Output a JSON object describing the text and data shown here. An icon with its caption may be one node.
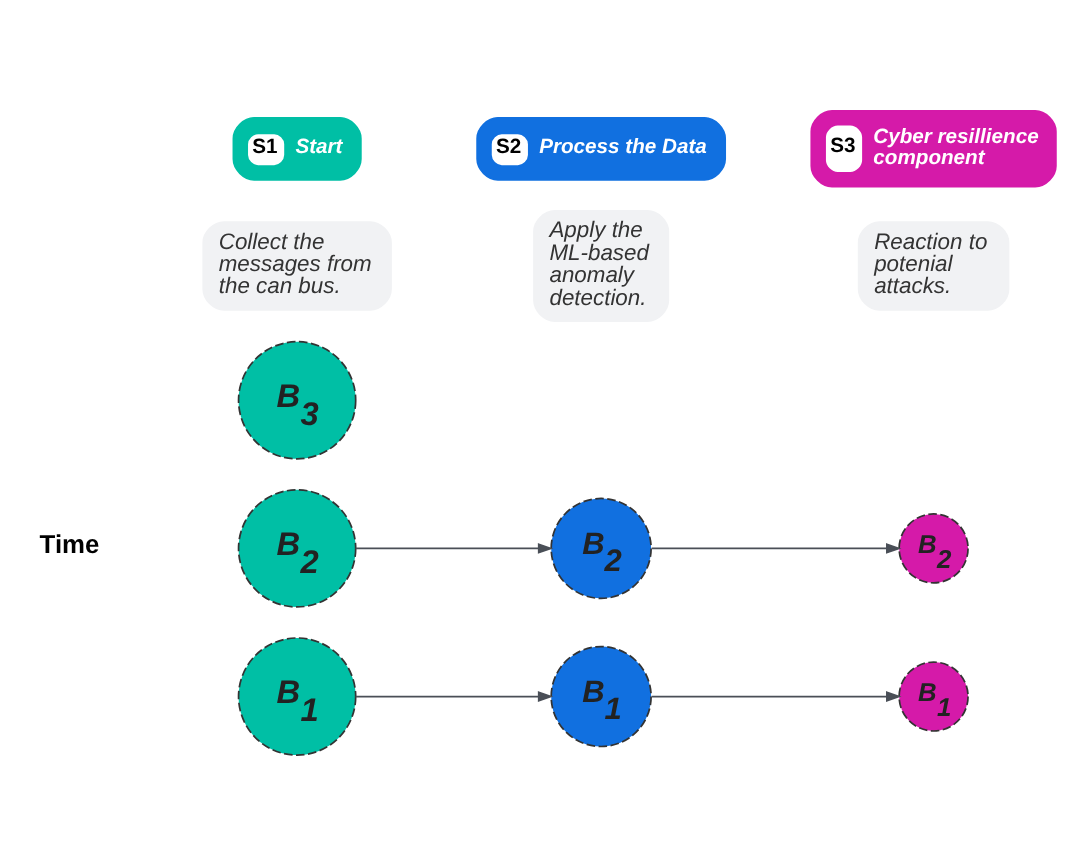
{
  "diagram": {
    "nodes": [
      {
        "text": [
          "B$_{1}$"
        ]
      },
      {
        "text": [
          "B$_{2}$"
        ]
      },
      {
        "text": [
          "B$_{3}$"
        ]
      },
      {
        "text": [
          "B$_{1}$"
        ]
      },
      {
        "text": [
          "B$_{2}$"
        ]
      },
      {
        "text": [
          "B$_{1}$"
        ]
      },
      {
        "text": [
          "B$_{2}$"
        ]
      },
      {
        "text": [
          "Collect the messages from the can bus."
        ]
      },
      {
        "text": [
          "Apply the ML-based anomaly detection."
        ]
      },
      {
        "text": [
          "Reaction to potenial attacks."
        ]
      },
      {
        "text": [
          "S1",
          "Start"
        ]
      },
      {
        "text": [
          "S2",
          "Process the Data"
        ]
      },
      {
        "text": [
          "S3",
          "Cyber resillience component"
        ]
      }
    ],
    "edges": [
      {
        "from": 0,
        "to": 3,
        "arrow": "to"
      },
      {
        "from": 1,
        "to": 4,
        "arrow": "to"
      },
      {
        "from": 3,
        "to": 5,
        "arrow": "to"
      },
      {
        "from": 4,
        "to": 6,
        "arrow": "to"
      }
    ],
    "labels": [
      "Time"
    ]
  }
}
